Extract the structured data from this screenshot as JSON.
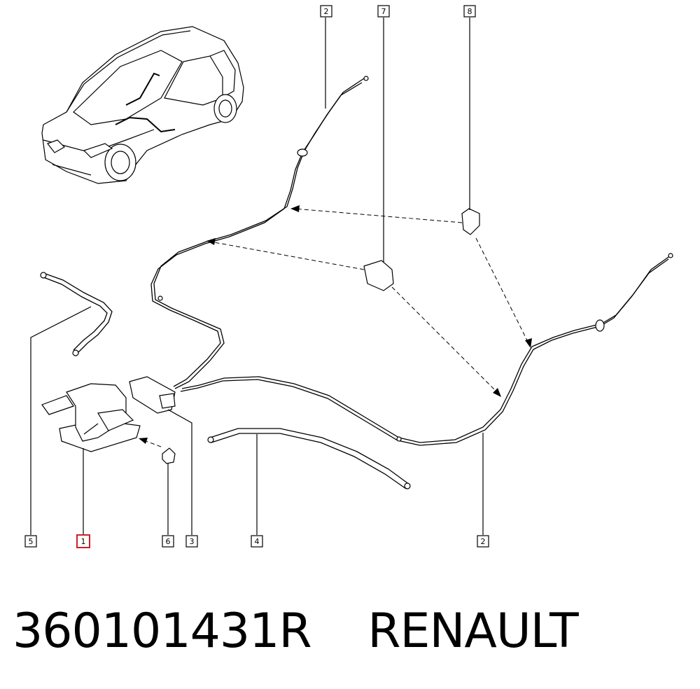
{
  "callouts": {
    "c2_top": "2",
    "c7": "7",
    "c8": "8",
    "c5": "5",
    "c1": "1",
    "c6": "6",
    "c3": "3",
    "c4": "4",
    "c2_bottom": "2"
  },
  "footer": {
    "part_number": "360101431R",
    "brand": "RENAULT"
  },
  "colors": {
    "line": "#000000",
    "highlight_box": "#d0202a",
    "background": "#ffffff"
  }
}
